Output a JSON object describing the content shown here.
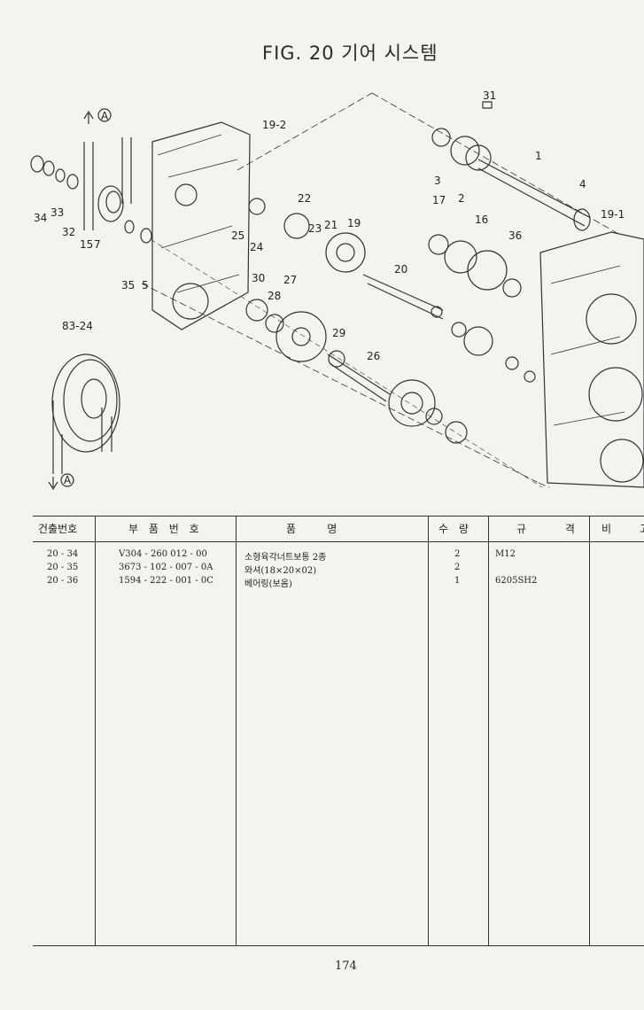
{
  "title": "FIG. 20 기어 시스템",
  "callouts": [
    "31",
    "19-2",
    "1",
    "3",
    "2",
    "4",
    "17",
    "19-1",
    "22",
    "16",
    "36",
    "A",
    "34",
    "33",
    "32",
    "15",
    "7",
    "25",
    "24",
    "23",
    "21",
    "19",
    "20",
    "35",
    "5",
    "30",
    "28",
    "27",
    "83-24",
    "29",
    "26",
    "A"
  ],
  "table": {
    "headers": [
      "건출번호",
      "부 품 번 호",
      "품    명",
      "수 량",
      "규 격",
      "비 고"
    ],
    "rows": [
      {
        "ref": "20 - 34",
        "part_no": "V304 - 260  012 - 00",
        "name": "소형육각너트보통 2종",
        "qty": "2",
        "spec": "M12",
        "note": ""
      },
      {
        "ref": "20 - 35",
        "part_no": "3673 - 102 - 007 - 0A",
        "name": "와셔(18×20×02)",
        "qty": "2",
        "spec": "",
        "note": ""
      },
      {
        "ref": "20 - 36",
        "part_no": "1594 - 222 - 001 - 0C",
        "name": "베어링(보옴)",
        "qty": "1",
        "spec": "6205SH2",
        "note": ""
      }
    ]
  },
  "page_number": "174"
}
